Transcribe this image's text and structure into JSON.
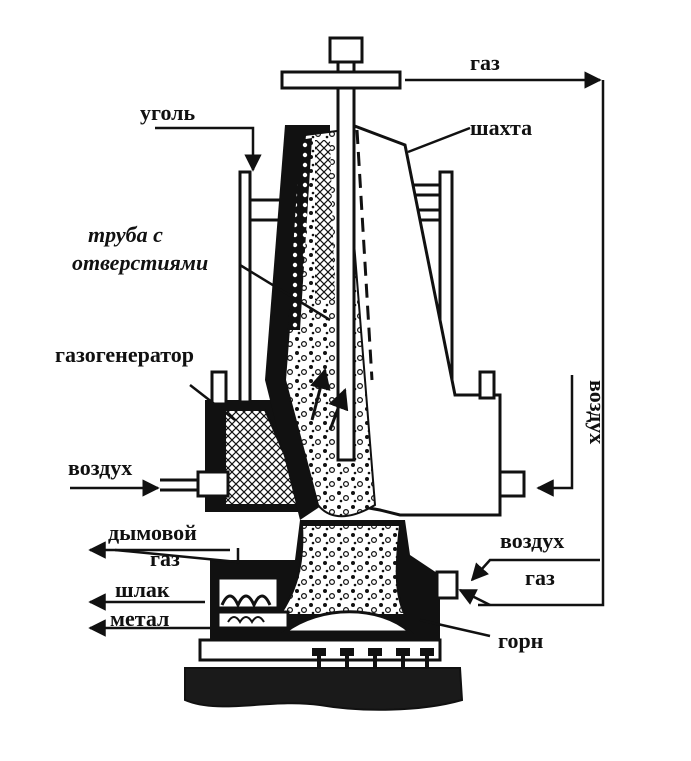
{
  "labels": {
    "gas_top": "газ",
    "coal": "уголь",
    "shaft": "шахта",
    "tube_line1": "труба с",
    "tube_line2": "отверстиями",
    "gas_generator": "газогенератор",
    "air_left": "воздух",
    "air_right_vertical": "воздух",
    "flue_line1": "дымовой",
    "flue_line2": "газ",
    "air_right": "воздух",
    "gas_right": "газ",
    "slag": "шлак",
    "metal": "метал",
    "hearth": "горн"
  },
  "colors": {
    "ink": "#111111",
    "paper": "#ffffff",
    "fill_light": "#f2f2f2",
    "coke_dark": "#1a1a1a"
  }
}
